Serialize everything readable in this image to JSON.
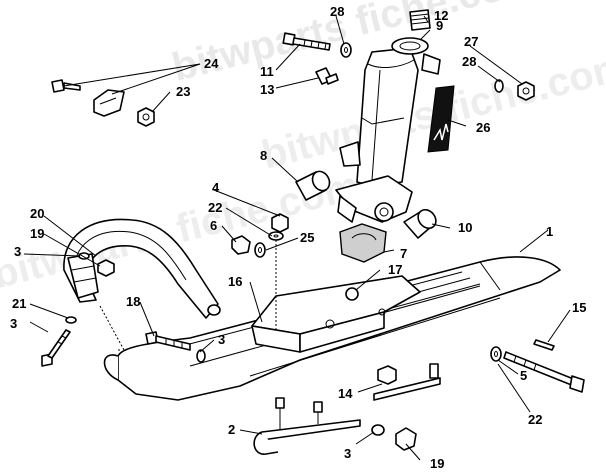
{
  "watermark": "bitwparts fiche.com",
  "callouts": [
    {
      "id": "c12",
      "text": "12"
    },
    {
      "id": "c9",
      "text": "9"
    },
    {
      "id": "c28a",
      "text": "28"
    },
    {
      "id": "c27",
      "text": "27"
    },
    {
      "id": "c28b",
      "text": "28"
    },
    {
      "id": "c11",
      "text": "11"
    },
    {
      "id": "c13",
      "text": "13"
    },
    {
      "id": "c24",
      "text": "24"
    },
    {
      "id": "c23",
      "text": "23"
    },
    {
      "id": "c26",
      "text": "26"
    },
    {
      "id": "c8",
      "text": "8"
    },
    {
      "id": "c4",
      "text": "4"
    },
    {
      "id": "c22a",
      "text": "22"
    },
    {
      "id": "c6",
      "text": "6"
    },
    {
      "id": "c25",
      "text": "25"
    },
    {
      "id": "c10",
      "text": "10"
    },
    {
      "id": "c1",
      "text": "1"
    },
    {
      "id": "c7",
      "text": "7"
    },
    {
      "id": "c20",
      "text": "20"
    },
    {
      "id": "c19a",
      "text": "19"
    },
    {
      "id": "c3a",
      "text": "3"
    },
    {
      "id": "c17",
      "text": "17"
    },
    {
      "id": "c16",
      "text": "16"
    },
    {
      "id": "c15",
      "text": "15"
    },
    {
      "id": "c3b",
      "text": "3"
    },
    {
      "id": "c18",
      "text": "18"
    },
    {
      "id": "c21",
      "text": "21"
    },
    {
      "id": "c3c",
      "text": "3"
    },
    {
      "id": "c5",
      "text": "5"
    },
    {
      "id": "c14",
      "text": "14"
    },
    {
      "id": "c22b",
      "text": "22"
    },
    {
      "id": "c2",
      "text": "2"
    },
    {
      "id": "c3d",
      "text": "3"
    },
    {
      "id": "c19b",
      "text": "19"
    }
  ]
}
